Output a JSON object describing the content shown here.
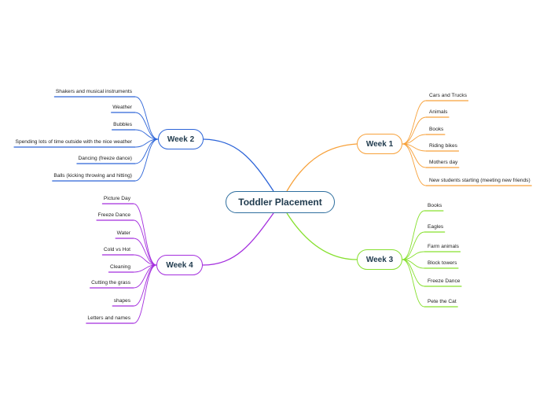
{
  "root": {
    "label": "Toddler Placement"
  },
  "colors": {
    "root": "#2f6f9f",
    "week1": "#f7a13a",
    "week2": "#2c64d8",
    "week3": "#86e02e",
    "week4": "#a42ede"
  },
  "week1": {
    "label": "Week 1",
    "items": [
      "Cars and Trucks",
      "Animals",
      "Books",
      "Riding bikes",
      "Mothers day",
      "New students starting (meeting new friends)"
    ]
  },
  "week2": {
    "label": "Week 2",
    "items": [
      "Shakers and musical instruments",
      "Weather",
      "Bubbles",
      "Spending lots of time outside with the nice weather",
      "Dancing (freeze dance)",
      "Balls (kicking throwing and hitting)"
    ]
  },
  "week3": {
    "label": "Week 3",
    "items": [
      "Books",
      "Eagles",
      "Farm animals",
      "Block towers",
      "Freeze Dance",
      "Pete the Cat"
    ]
  },
  "week4": {
    "label": "Week 4",
    "items": [
      "Picture Day",
      "Freeze Dance",
      "Water",
      "Cold vs Hot",
      "Cleaning",
      "Cutting the grass",
      "shapes",
      "Letters and names"
    ]
  }
}
